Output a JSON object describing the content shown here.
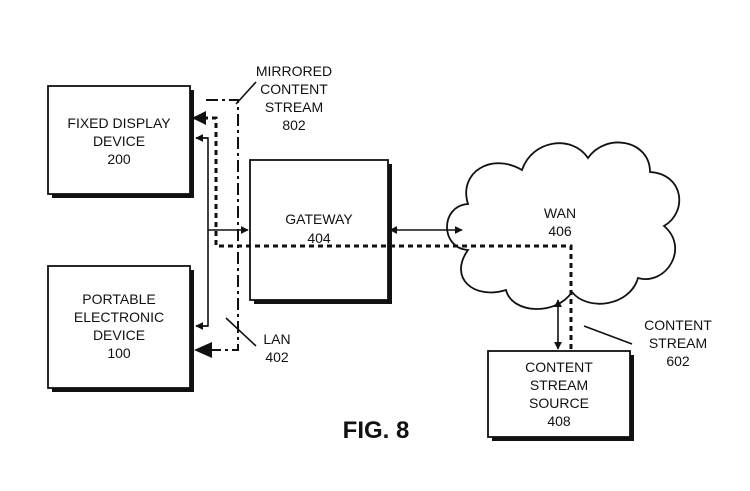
{
  "figure_label": "FIG. 8",
  "nodes": {
    "fixed_display": {
      "line1": "FIXED DISPLAY",
      "line2": "DEVICE",
      "ref": "200"
    },
    "portable": {
      "line1": "PORTABLE",
      "line2": "ELECTRONIC",
      "line3": "DEVICE",
      "ref": "100"
    },
    "gateway": {
      "label": "GATEWAY",
      "ref": "404"
    },
    "wan": {
      "label": "WAN",
      "ref": "406"
    },
    "content_source": {
      "line1": "CONTENT",
      "line2": "STREAM",
      "line3": "SOURCE",
      "ref": "408"
    }
  },
  "callouts": {
    "mirrored": {
      "line1": "MIRRORED",
      "line2": "CONTENT",
      "line3": "STREAM",
      "ref": "802"
    },
    "lan": {
      "label": "LAN",
      "ref": "402"
    },
    "content_stream": {
      "line1": "CONTENT",
      "line2": "STREAM",
      "ref": "602"
    }
  }
}
